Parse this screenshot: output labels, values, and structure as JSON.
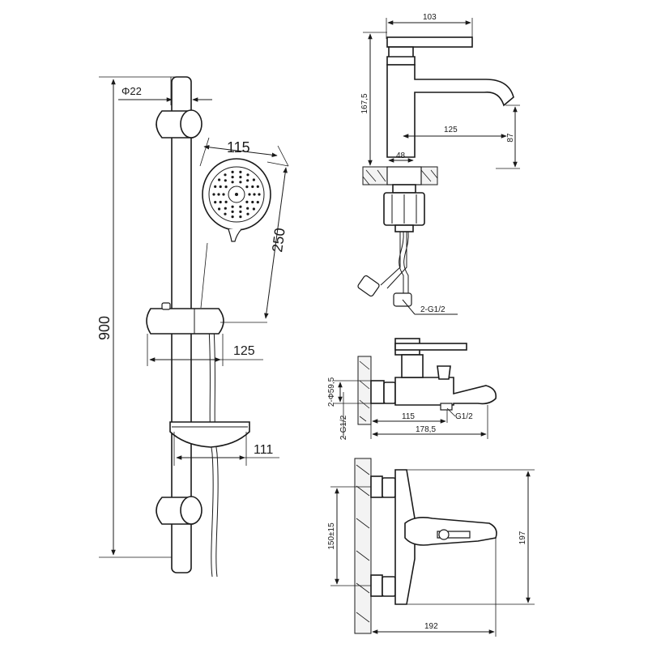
{
  "shower_set": {
    "rail_diameter": "Φ22",
    "rail_height": "900",
    "handshower_width": "115",
    "handshower_length": "250",
    "slider_projection": "125",
    "soap_dish_projection": "111"
  },
  "basin_mixer": {
    "spout_width": "103",
    "height": "167,5",
    "spout_reach": "125",
    "spout_height": "87",
    "base_width": "48",
    "hose_connection": "2-G1/2"
  },
  "bath_mixer_side": {
    "escutcheon_diameter": "2-Φ59,5",
    "inlet_thread": "2-G1/2",
    "depth_to_spout": "115",
    "spout_thread": "G1/2",
    "overall_depth": "178,5"
  },
  "bath_mixer_top": {
    "inlet_centers": "150±15",
    "height": "197",
    "width": "192"
  },
  "colors": {
    "line": "#1a1a1a",
    "background": "#ffffff"
  }
}
